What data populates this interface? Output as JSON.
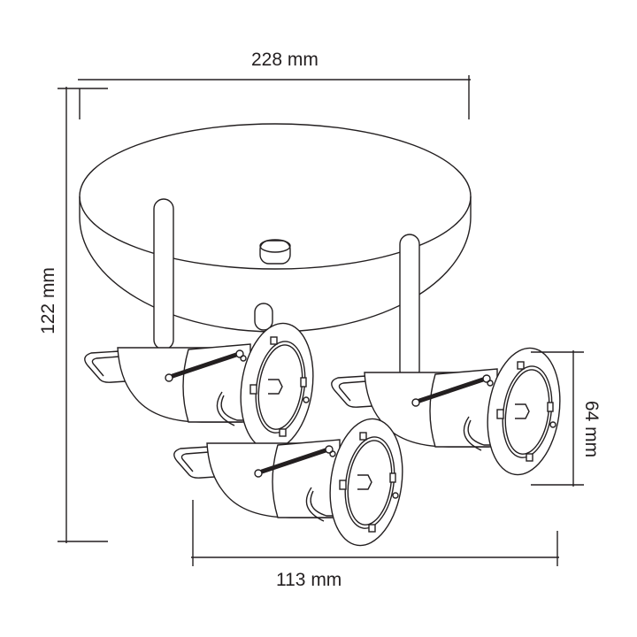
{
  "dimensions": {
    "width": "228 mm",
    "height": "122 mm",
    "spot_height": "64 mm",
    "spot_width": "113 mm"
  },
  "colors": {
    "line": "#231f20",
    "background": "#ffffff"
  }
}
